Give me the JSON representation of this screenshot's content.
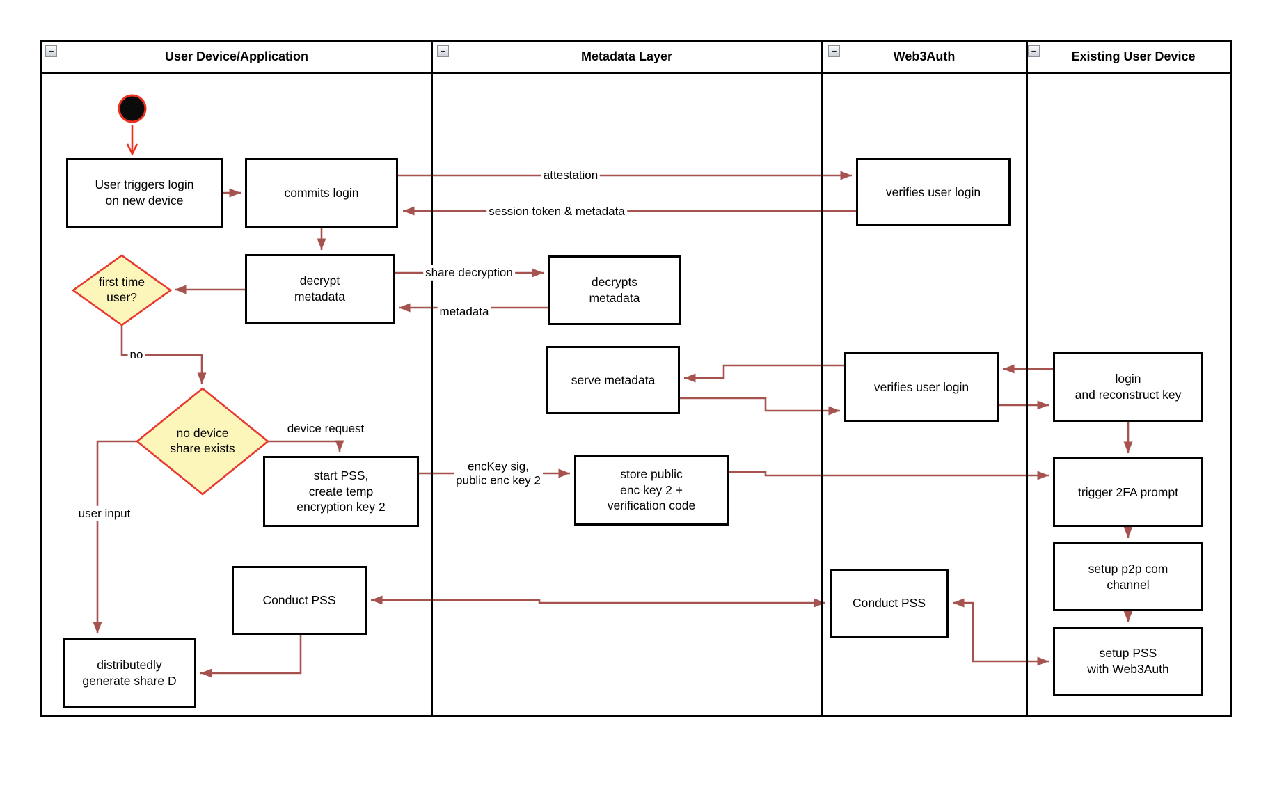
{
  "colors": {
    "connector": "#a6524e",
    "accent_red": "#f0301f",
    "diamond_fill": "#fcf6bb",
    "diamond_border": "#e8382f",
    "box_border": "#000000",
    "background": "#ffffff"
  },
  "header": {
    "collapse_glyph": "−",
    "lanes": [
      {
        "label": "User Device/Application"
      },
      {
        "label": "Metadata Layer"
      },
      {
        "label": "Web3Auth"
      },
      {
        "label": "Existing User Device"
      }
    ]
  },
  "nodes": {
    "user_triggers": {
      "label": "User triggers login\non new device"
    },
    "commits_login": {
      "label": "commits login"
    },
    "decrypt_metadata": {
      "label": "decrypt\nmetadata"
    },
    "first_time_user": {
      "label": "first time\nuser?"
    },
    "no_device_share": {
      "label": "no device\nshare exists"
    },
    "start_pss": {
      "label": "start PSS,\ncreate temp\nencryption key 2"
    },
    "conduct_pss_device": {
      "label": "Conduct PSS"
    },
    "distributedly_generate": {
      "label": "distributedly\ngenerate share D"
    },
    "decrypts_metadata": {
      "label": "decrypts\nmetadata"
    },
    "serve_metadata": {
      "label": "serve metadata"
    },
    "store_public_enc": {
      "label": "store public\nenc key 2 +\nverification code"
    },
    "verifies_user_login_1": {
      "label": "verifies user login"
    },
    "verifies_user_login_2": {
      "label": "verifies user login"
    },
    "conduct_pss_web3auth": {
      "label": "Conduct PSS"
    },
    "login_reconstruct": {
      "label": "login\nand reconstruct key"
    },
    "trigger_2fa": {
      "label": "trigger 2FA prompt"
    },
    "setup_p2p": {
      "label": "setup p2p com\nchannel"
    },
    "setup_pss": {
      "label": "setup PSS\nwith Web3Auth"
    }
  },
  "edge_labels": {
    "attestation": "attestation",
    "session_token": "session token & metadata",
    "share_decryption": "share decryption",
    "metadata": "metadata",
    "device_request": "device request",
    "enc_key": "encKey sig,\npublic enc key 2",
    "user_input": "user input",
    "no": "no"
  }
}
